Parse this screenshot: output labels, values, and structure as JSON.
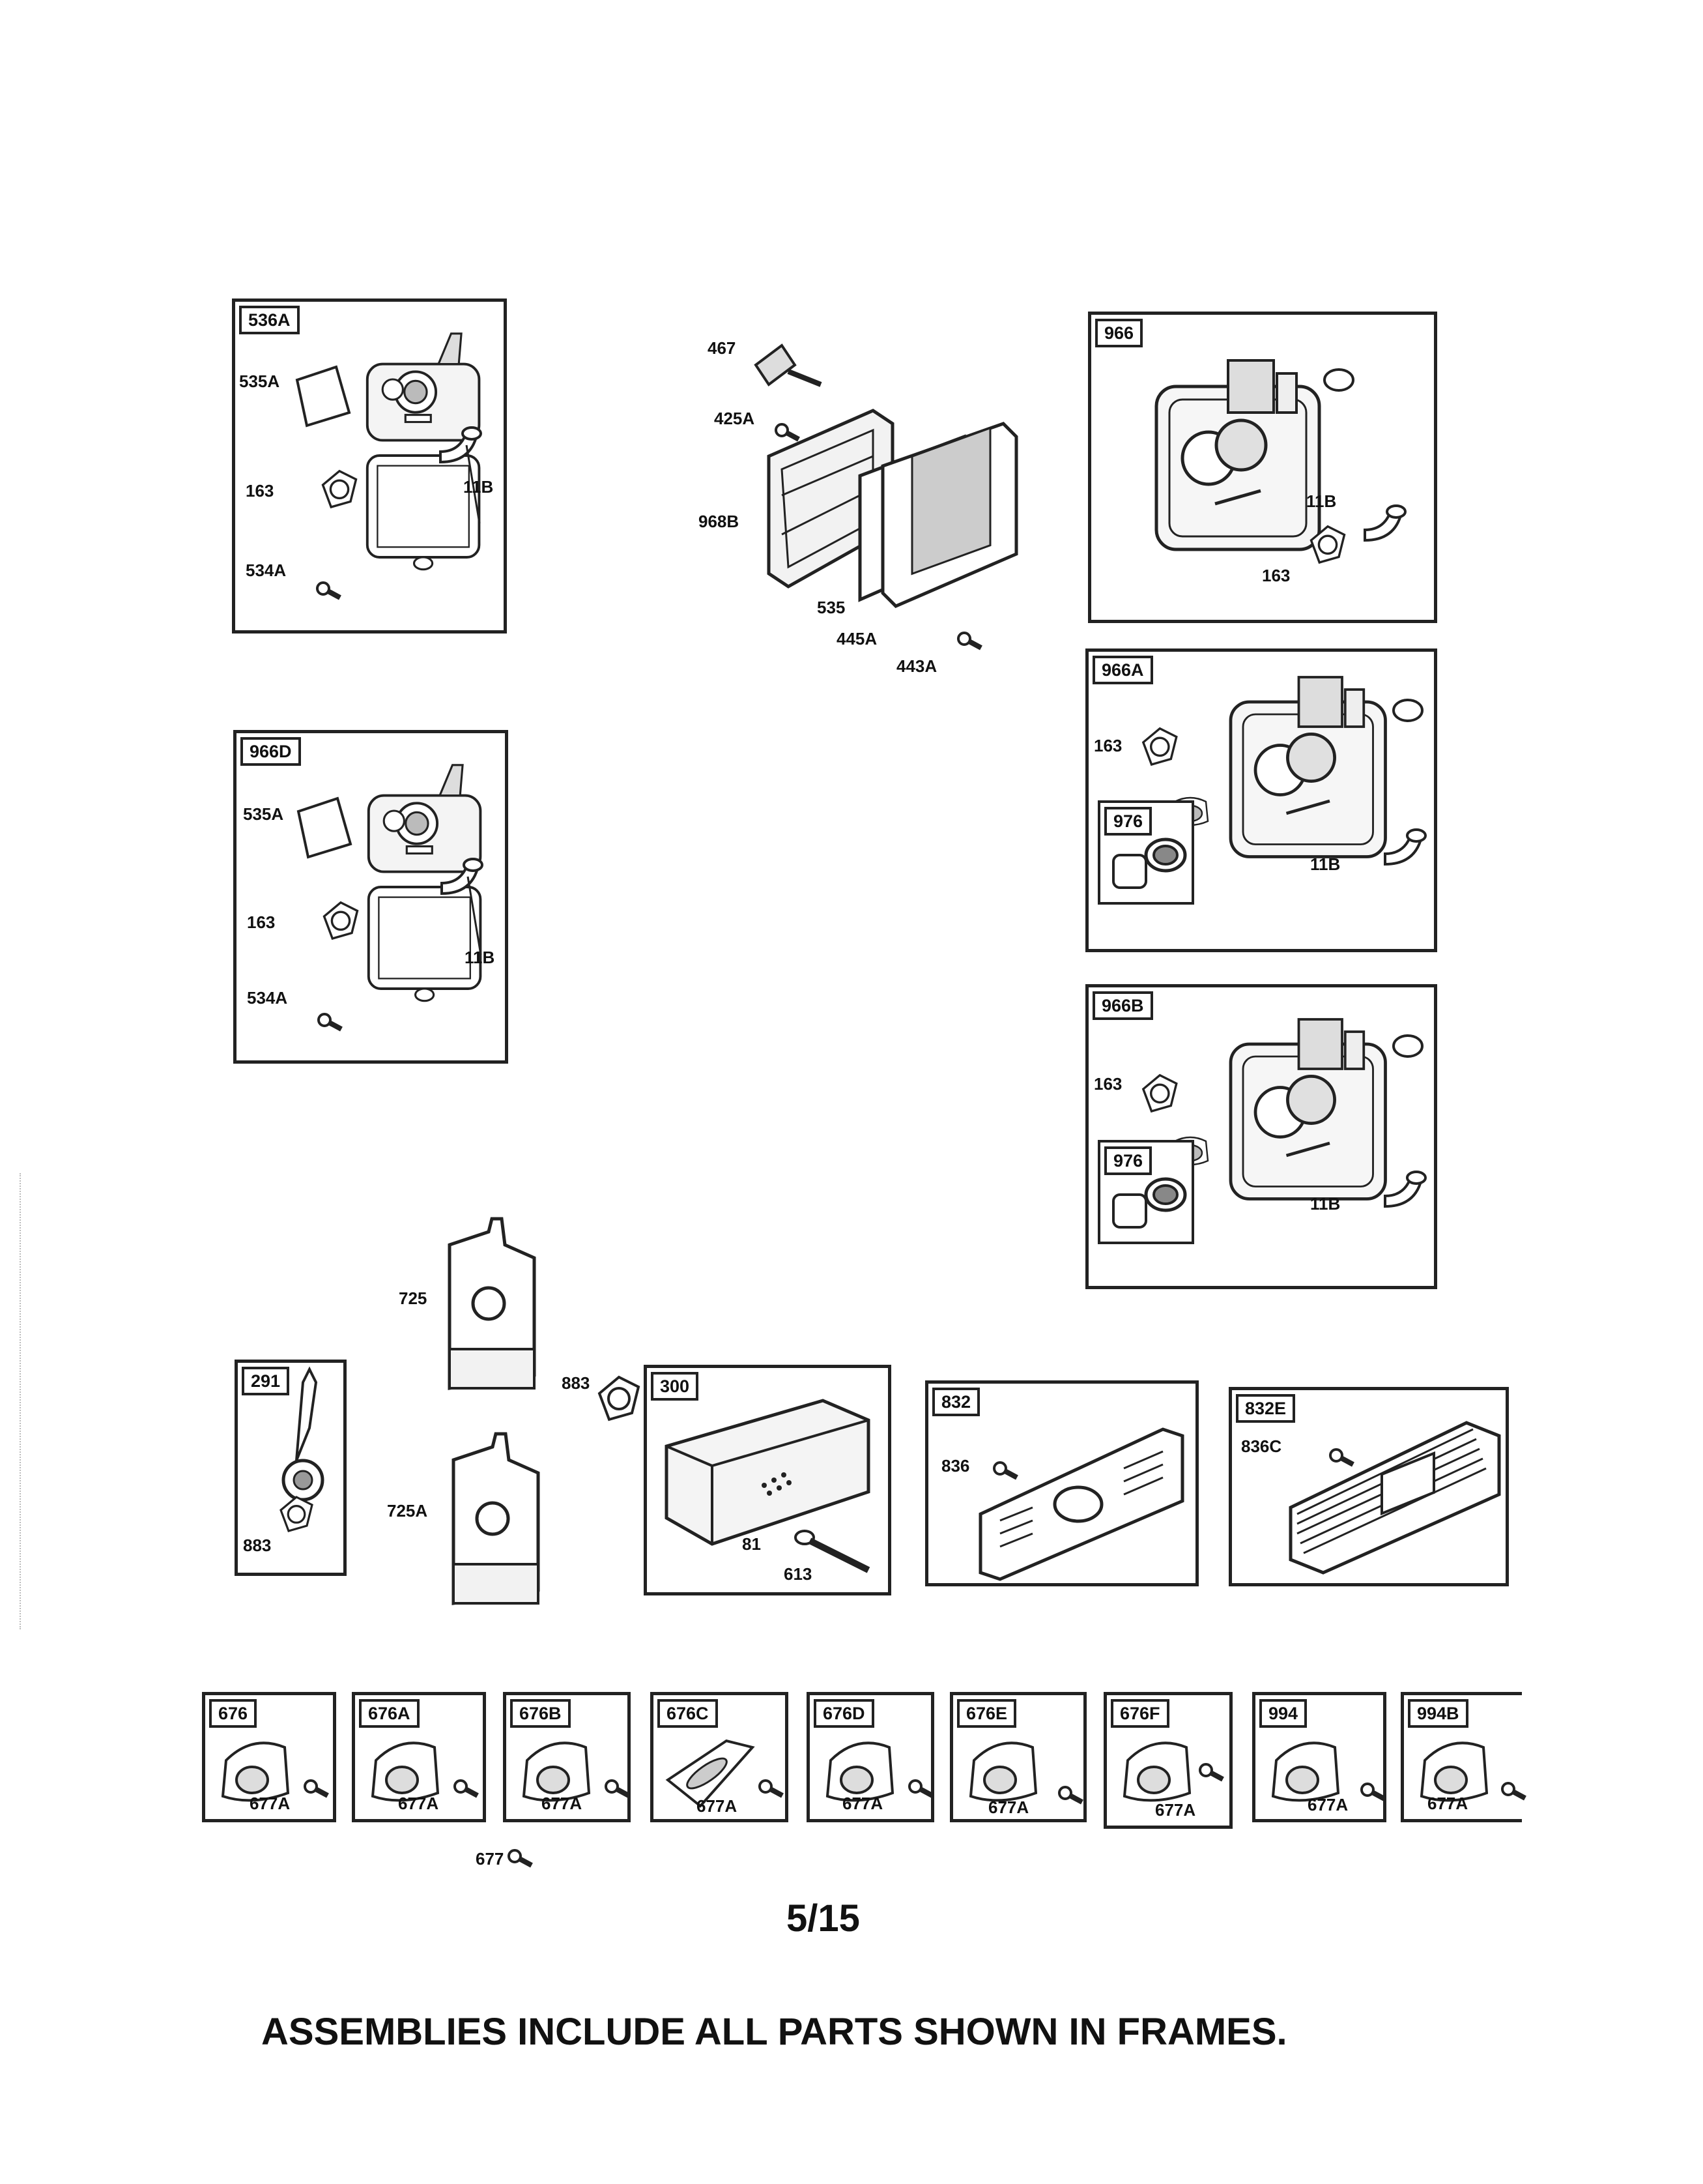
{
  "frames": {
    "f536A": {
      "tag": "536A"
    },
    "f966D": {
      "tag": "966D"
    },
    "f966": {
      "tag": "966"
    },
    "f966A": {
      "tag": "966A"
    },
    "f976a": {
      "tag": "976"
    },
    "f966B": {
      "tag": "966B"
    },
    "f976b": {
      "tag": "976"
    },
    "f291": {
      "tag": "291"
    },
    "f300": {
      "tag": "300"
    },
    "f832": {
      "tag": "832"
    },
    "f832E": {
      "tag": "832E"
    },
    "f676": {
      "tag": "676"
    },
    "f676A": {
      "tag": "676A"
    },
    "f676B": {
      "tag": "676B"
    },
    "f676C": {
      "tag": "676C"
    },
    "f676D": {
      "tag": "676D"
    },
    "f676E": {
      "tag": "676E"
    },
    "f676F": {
      "tag": "676F"
    },
    "f994": {
      "tag": "994"
    },
    "f994B": {
      "tag": "994B"
    }
  },
  "labels": {
    "l535A_1": "535A",
    "l163_1": "163",
    "l534A_1": "534A",
    "l11B_1": "11B",
    "l535A_2": "535A",
    "l163_2": "163",
    "l534A_2": "534A",
    "l11B_2": "11B",
    "l467": "467",
    "l425A": "425A",
    "l968B": "968B",
    "l535": "535",
    "l445A": "445A",
    "l443A": "443A",
    "l11B_3": "11B",
    "l163_3": "163",
    "l163_4": "163",
    "l11B_4": "11B",
    "l163_5": "163",
    "l11B_5": "11B",
    "l725": "725",
    "l725A": "725A",
    "l883_1": "883",
    "l883_2": "883",
    "l81": "81",
    "l613": "613",
    "l836": "836",
    "l836C": "836C",
    "l677A_1": "677A",
    "l677A_2": "677A",
    "l677A_3": "677A",
    "l677A_4": "677A",
    "l677A_5": "677A",
    "l677A_6": "677A",
    "l677A_7": "677A",
    "l677A_8": "677A",
    "l677A_9": "677A",
    "l677": "677"
  },
  "page_number": "5/15",
  "footer_note": "ASSEMBLIES INCLUDE ALL PARTS SHOWN IN FRAMES."
}
